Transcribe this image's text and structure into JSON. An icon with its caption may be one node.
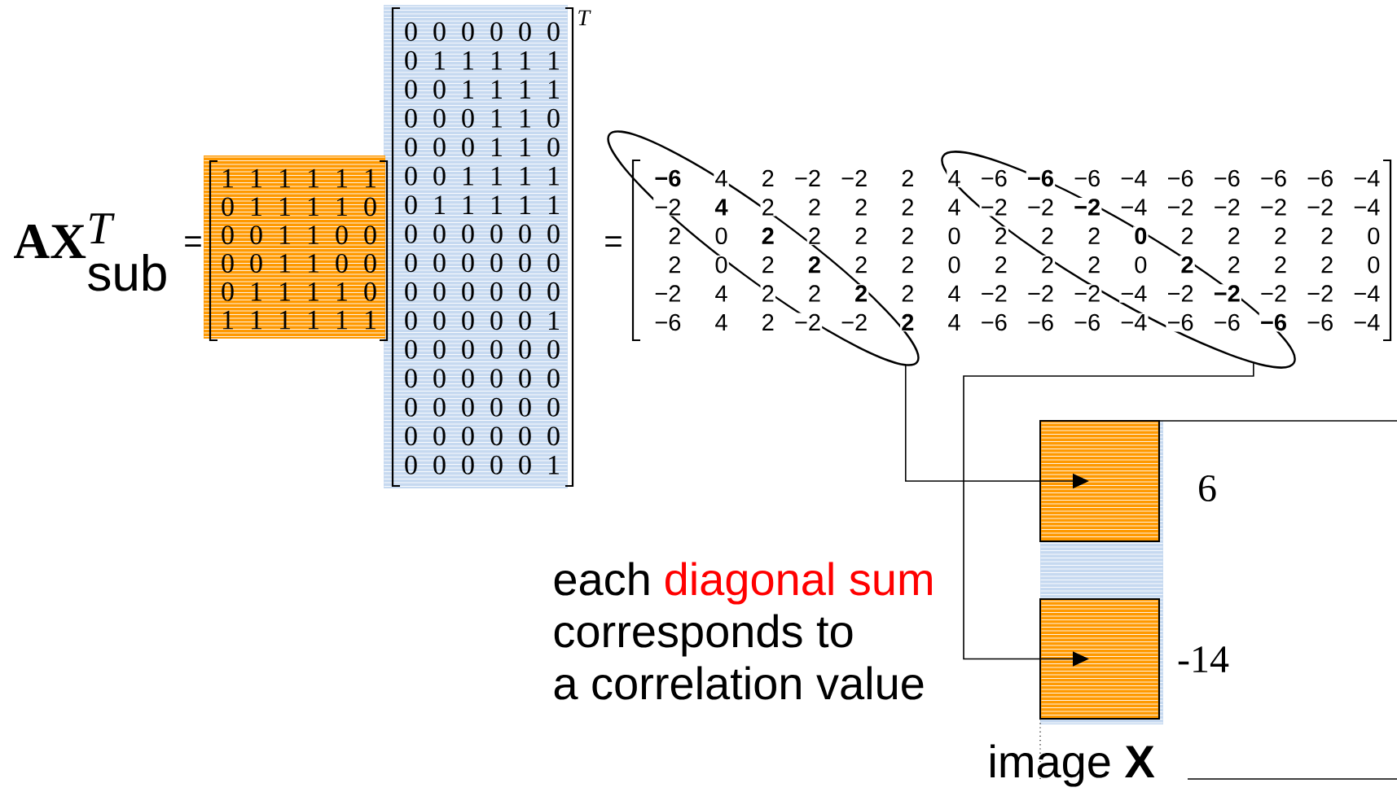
{
  "diagram": {
    "nodes": [
      {
        "text": [
          "1 1 1 1 1 1",
          "0 1 1 1 1 0",
          "0 0 1 1 0 0",
          "0 0 1 1 0 0",
          "0 1 1 1 1 0",
          "1 1 1 1 1 1"
        ]
      },
      {
        "text": [
          "0 0 0 0 0 0",
          "0 1 1 1 1 1",
          "0 0 1 1 1 1",
          "0 0 0 1 1 0",
          "0 0 0 1 1 0",
          "0 0 1 1 1 1",
          "0 1 1 1 1 1",
          "0 0 0 0 0 0",
          "0 0 0 0 0 0",
          "0 0 0 0 0 0",
          "0 0 0 0 0 1",
          "0 0 0 0 0 0",
          "0 0 0 0 0 0",
          "0 0 0 0 0 0",
          "0 0 0 0 0 0",
          "0 0 0 0 0 1"
        ]
      },
      {
        "text": [],
        "shape": "ellipse"
      },
      {
        "text": [],
        "shape": "ellipse"
      },
      {
        "text": [],
        "shape": "box",
        "beside": [
          "6"
        ]
      },
      {
        "text": [],
        "shape": "box",
        "beside": [
          "-14"
        ]
      }
    ],
    "edges": [
      {
        "from": 2,
        "to": 4,
        "arrow": "to"
      },
      {
        "from": 3,
        "to": 5,
        "arrow": "to"
      }
    ],
    "labels": [
      "AX",
      "T",
      "sub",
      "=",
      "T",
      "=",
      "−6",
      "4",
      "2",
      "−2",
      "−2",
      "2",
      "4",
      "−6",
      "−6",
      "−6",
      "−4",
      "−6",
      "−6",
      "−6",
      "−6",
      "−4",
      "−2",
      "4",
      "2",
      "2",
      "2",
      "2",
      "4",
      "−2",
      "−2",
      "−2",
      "−4",
      "−2",
      "−2",
      "−2",
      "−2",
      "−4",
      "2",
      "0",
      "2",
      "2",
      "2",
      "2",
      "0",
      "2",
      "2",
      "2",
      "0",
      "2",
      "2",
      "2",
      "2",
      "0",
      "2",
      "0",
      "2",
      "2",
      "2",
      "2",
      "0",
      "2",
      "2",
      "2",
      "0",
      "2",
      "2",
      "2",
      "2",
      "0",
      "−2",
      "4",
      "2",
      "2",
      "2",
      "2",
      "4",
      "−2",
      "−2",
      "−2",
      "−4",
      "−2",
      "−2",
      "−2",
      "−2",
      "−4",
      "−6",
      "4",
      "2",
      "−2",
      "−2",
      "2",
      "4",
      "−6",
      "−6",
      "−6",
      "−4",
      "−6",
      "−6",
      "−6",
      "−6",
      "−4",
      "each",
      "diagonal sum",
      "corresponds to",
      "a correlation value",
      "image **X**"
    ]
  }
}
